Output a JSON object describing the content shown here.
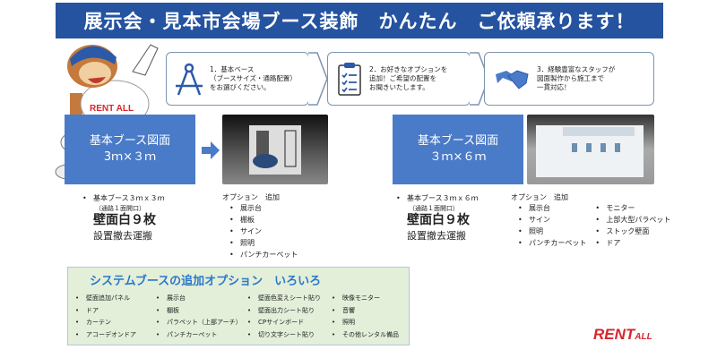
{
  "banner": {
    "title": "展示会・見本市会場ブース装飾　かんたん　ご依頼承ります！"
  },
  "mascot": {
    "shirt_text": "RENT ALL"
  },
  "steps": [
    {
      "icon": "compass-icon",
      "text": "1．基本ベース\n（ブースサイズ・通路配置）\nをお選びください。"
    },
    {
      "icon": "clipboard-checklist-icon",
      "text": "2．お好きなオプションを\n追加！ご希望の配置を\nお聞きいたします。"
    },
    {
      "icon": "handshake-icon",
      "text": "3．経験豊富なスタッフが\n図面製作から施工まで\n一貫対応！"
    }
  ],
  "booths": [
    {
      "title": "基本ブース図面",
      "size": "3ｍ×３ｍ",
      "spec": "基本ブース３ｍｘ３ｍ",
      "note": "（通路１面開口）",
      "walls": "壁面白９枚",
      "service": "設置撤去運搬",
      "options_title": "オプション　追加",
      "options": [
        "展示台",
        "棚板",
        "サイン",
        "照明",
        "パンチカーペット"
      ],
      "options2": []
    },
    {
      "title": "基本ブース図面",
      "size": "３ｍ×６ｍ",
      "spec": "基本ブース３ｍｘ６ｍ",
      "note": "（通路１面開口）",
      "walls": "壁面白９枚",
      "service": "設置撤去運搬",
      "options_title": "オプション　追加",
      "options": [
        "展示台",
        "サイン",
        "照明",
        "パンチカーペット"
      ],
      "options2": [
        "モニター",
        "上部大型パラペット",
        "ストック壁面",
        "ドア"
      ]
    }
  ],
  "system_options": {
    "title": "システムブースの追加オプション　いろいろ",
    "columns": [
      [
        "壁面追加パネル",
        "ドア",
        "カーテン",
        "アコーデオンドア"
      ],
      [
        "展示台",
        "棚板",
        "パラペット（上部アーチ）",
        "パンチカーペット"
      ],
      [
        "壁面色変えシート貼り",
        "壁面出力シート貼り",
        "CPサインボード",
        "切り文字シート貼り"
      ],
      [
        "映像モニター",
        "音響",
        "照明",
        "その他レンタル備品"
      ]
    ]
  },
  "logo": {
    "text": "RENT",
    "sub": "ALL"
  },
  "colors": {
    "banner": "#2553a0",
    "box": "#4a7bc8",
    "green": "#e3efd9",
    "logo": "#d8262c"
  }
}
